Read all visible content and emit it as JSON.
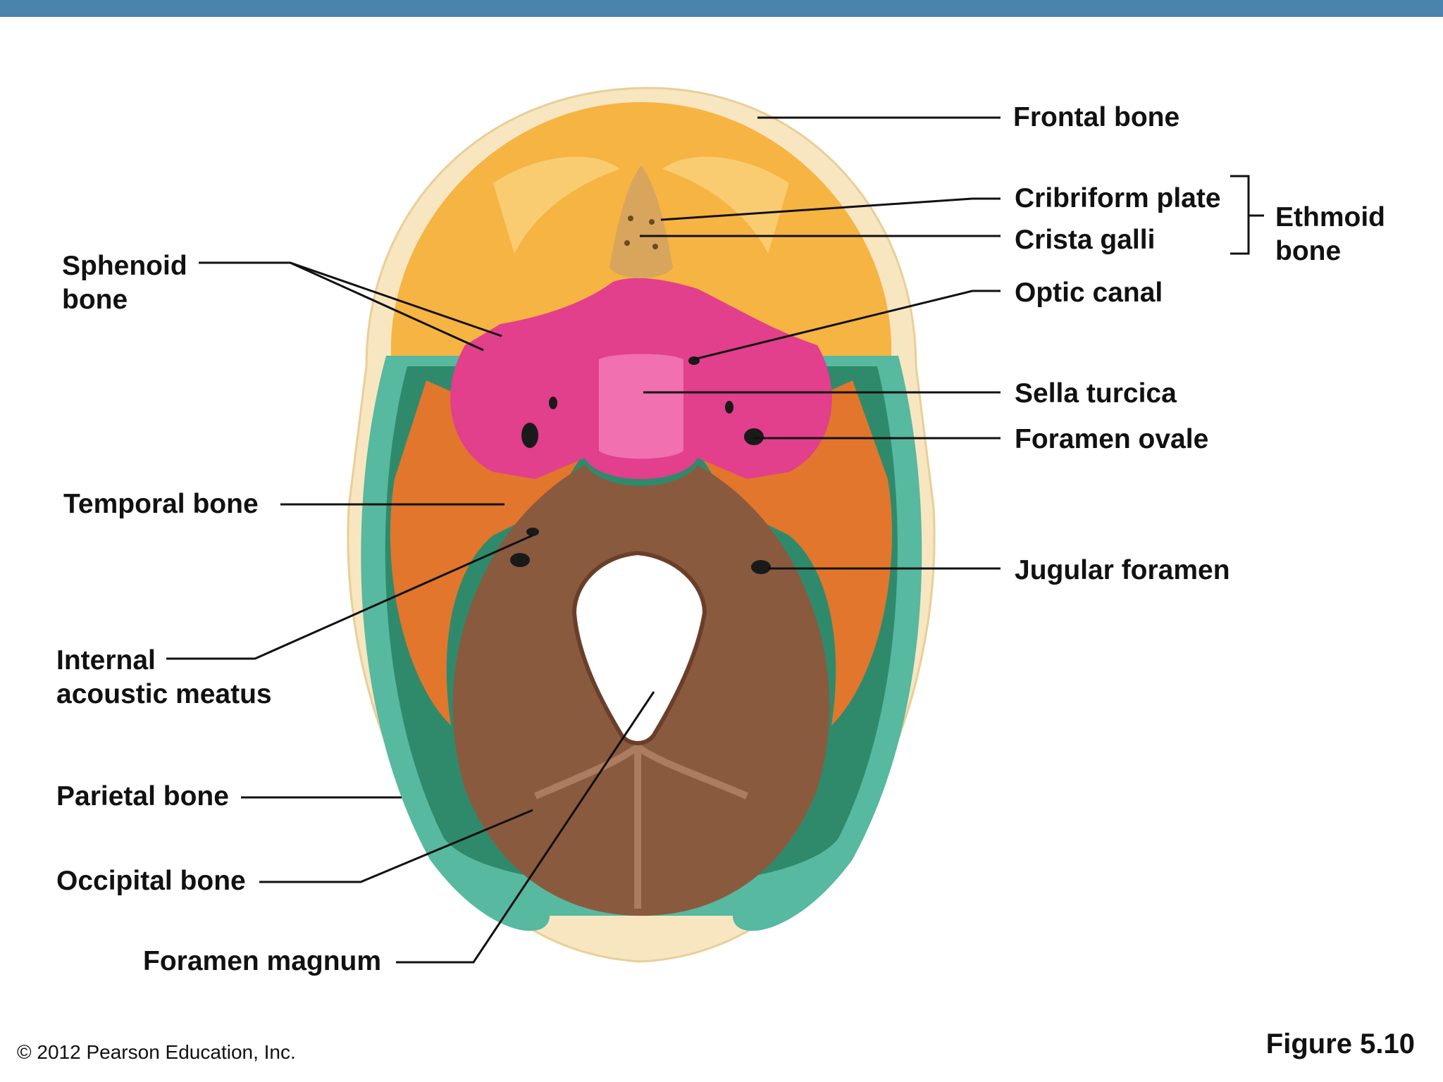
{
  "colors": {
    "header_bar": "#4a83ae",
    "frontal": "#f6b443",
    "ethmoid": "#d8a55c",
    "sphenoid": "#e23f8c",
    "temporal": "#e2762c",
    "parietal": "#56b9a0",
    "occipital": "#8a5a3e",
    "skull_edge": "#f8e6c0"
  },
  "labels": {
    "frontal_bone": "Frontal bone",
    "cribriform_plate": "Cribriform plate",
    "crista_galli": "Crista galli",
    "ethmoid_line1": "Ethmoid",
    "ethmoid_line2": "bone",
    "optic_canal": "Optic canal",
    "sella_turcica": "Sella turcica",
    "foramen_ovale": "Foramen ovale",
    "jugular_foramen": "Jugular foramen",
    "sphenoid_line1": "Sphenoid",
    "sphenoid_line2": "bone",
    "temporal_bone": "Temporal bone",
    "internal_line1": "Internal",
    "internal_line2": "acoustic meatus",
    "parietal_bone": "Parietal bone",
    "occipital_bone": "Occipital bone",
    "foramen_magnum": "Foramen magnum"
  },
  "footer": {
    "copyright": "© 2012 Pearson Education, Inc.",
    "figure": "Figure 5.10"
  }
}
